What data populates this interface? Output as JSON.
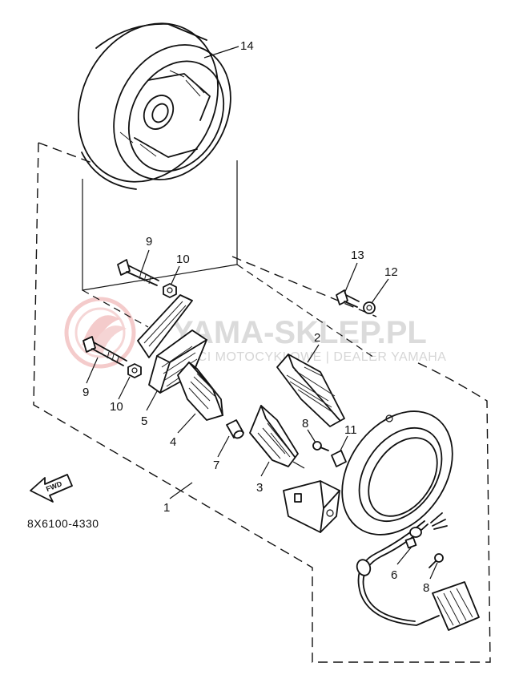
{
  "diagram": {
    "callouts": [
      {
        "id": "1",
        "label": "1"
      },
      {
        "id": "2",
        "label": "2"
      },
      {
        "id": "3",
        "label": "3"
      },
      {
        "id": "4",
        "label": "4"
      },
      {
        "id": "5",
        "label": "5"
      },
      {
        "id": "6",
        "label": "6"
      },
      {
        "id": "7",
        "label": "7"
      },
      {
        "id": "8a",
        "label": "8"
      },
      {
        "id": "8b",
        "label": "8"
      },
      {
        "id": "9a",
        "label": "9"
      },
      {
        "id": "9b",
        "label": "9"
      },
      {
        "id": "10a",
        "label": "10"
      },
      {
        "id": "10b",
        "label": "10"
      },
      {
        "id": "11",
        "label": "11"
      },
      {
        "id": "12",
        "label": "12"
      },
      {
        "id": "13",
        "label": "13"
      },
      {
        "id": "14",
        "label": "14"
      }
    ],
    "front_arrow_label": "FWD",
    "part_number": "8X6100-4330"
  },
  "watermark": {
    "title": "YAMA-SKLEP.PL",
    "subtitle": "CZĘŚCI MOTOCYKLOWE | DEALER YAMAHA"
  }
}
